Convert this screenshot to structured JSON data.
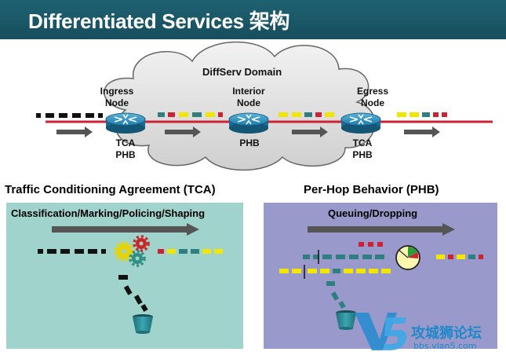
{
  "title": "Differentiated Services 架构",
  "domain_label": "DiffServ Domain",
  "nodes": {
    "ingress": {
      "name_line1": "Ingress",
      "name_line2": "Node",
      "func_line1": "TCA",
      "func_line2": "PHB"
    },
    "interior": {
      "name_line1": "Interior",
      "name_line2": "Node",
      "func_line1": "PHB"
    },
    "egress": {
      "name_line1": "Egress",
      "name_line2": "Node",
      "func_line1": "TCA",
      "func_line2": "PHB"
    }
  },
  "tca": {
    "title": "Traffic Conditioning Agreement (TCA)",
    "functions": "Classification/Marking/Policing/Shaping"
  },
  "phb": {
    "title": "Per-Hop Behavior (PHB)",
    "functions": "Queuing/Dropping"
  },
  "watermark": {
    "brand": "攻城狮论坛",
    "url": "bbs.vlan5.com"
  },
  "colors": {
    "title_bar": "#1f6172",
    "link_line": "#cc2233",
    "packet_black": "#111111",
    "packet_teal": "#2f7f80",
    "packet_yellow": "#f2e600",
    "packet_red": "#cc2233",
    "router": "#1d79a8",
    "tca_panel": "#9fd3cc",
    "phb_panel": "#9999cc",
    "arrow": "#555555"
  }
}
